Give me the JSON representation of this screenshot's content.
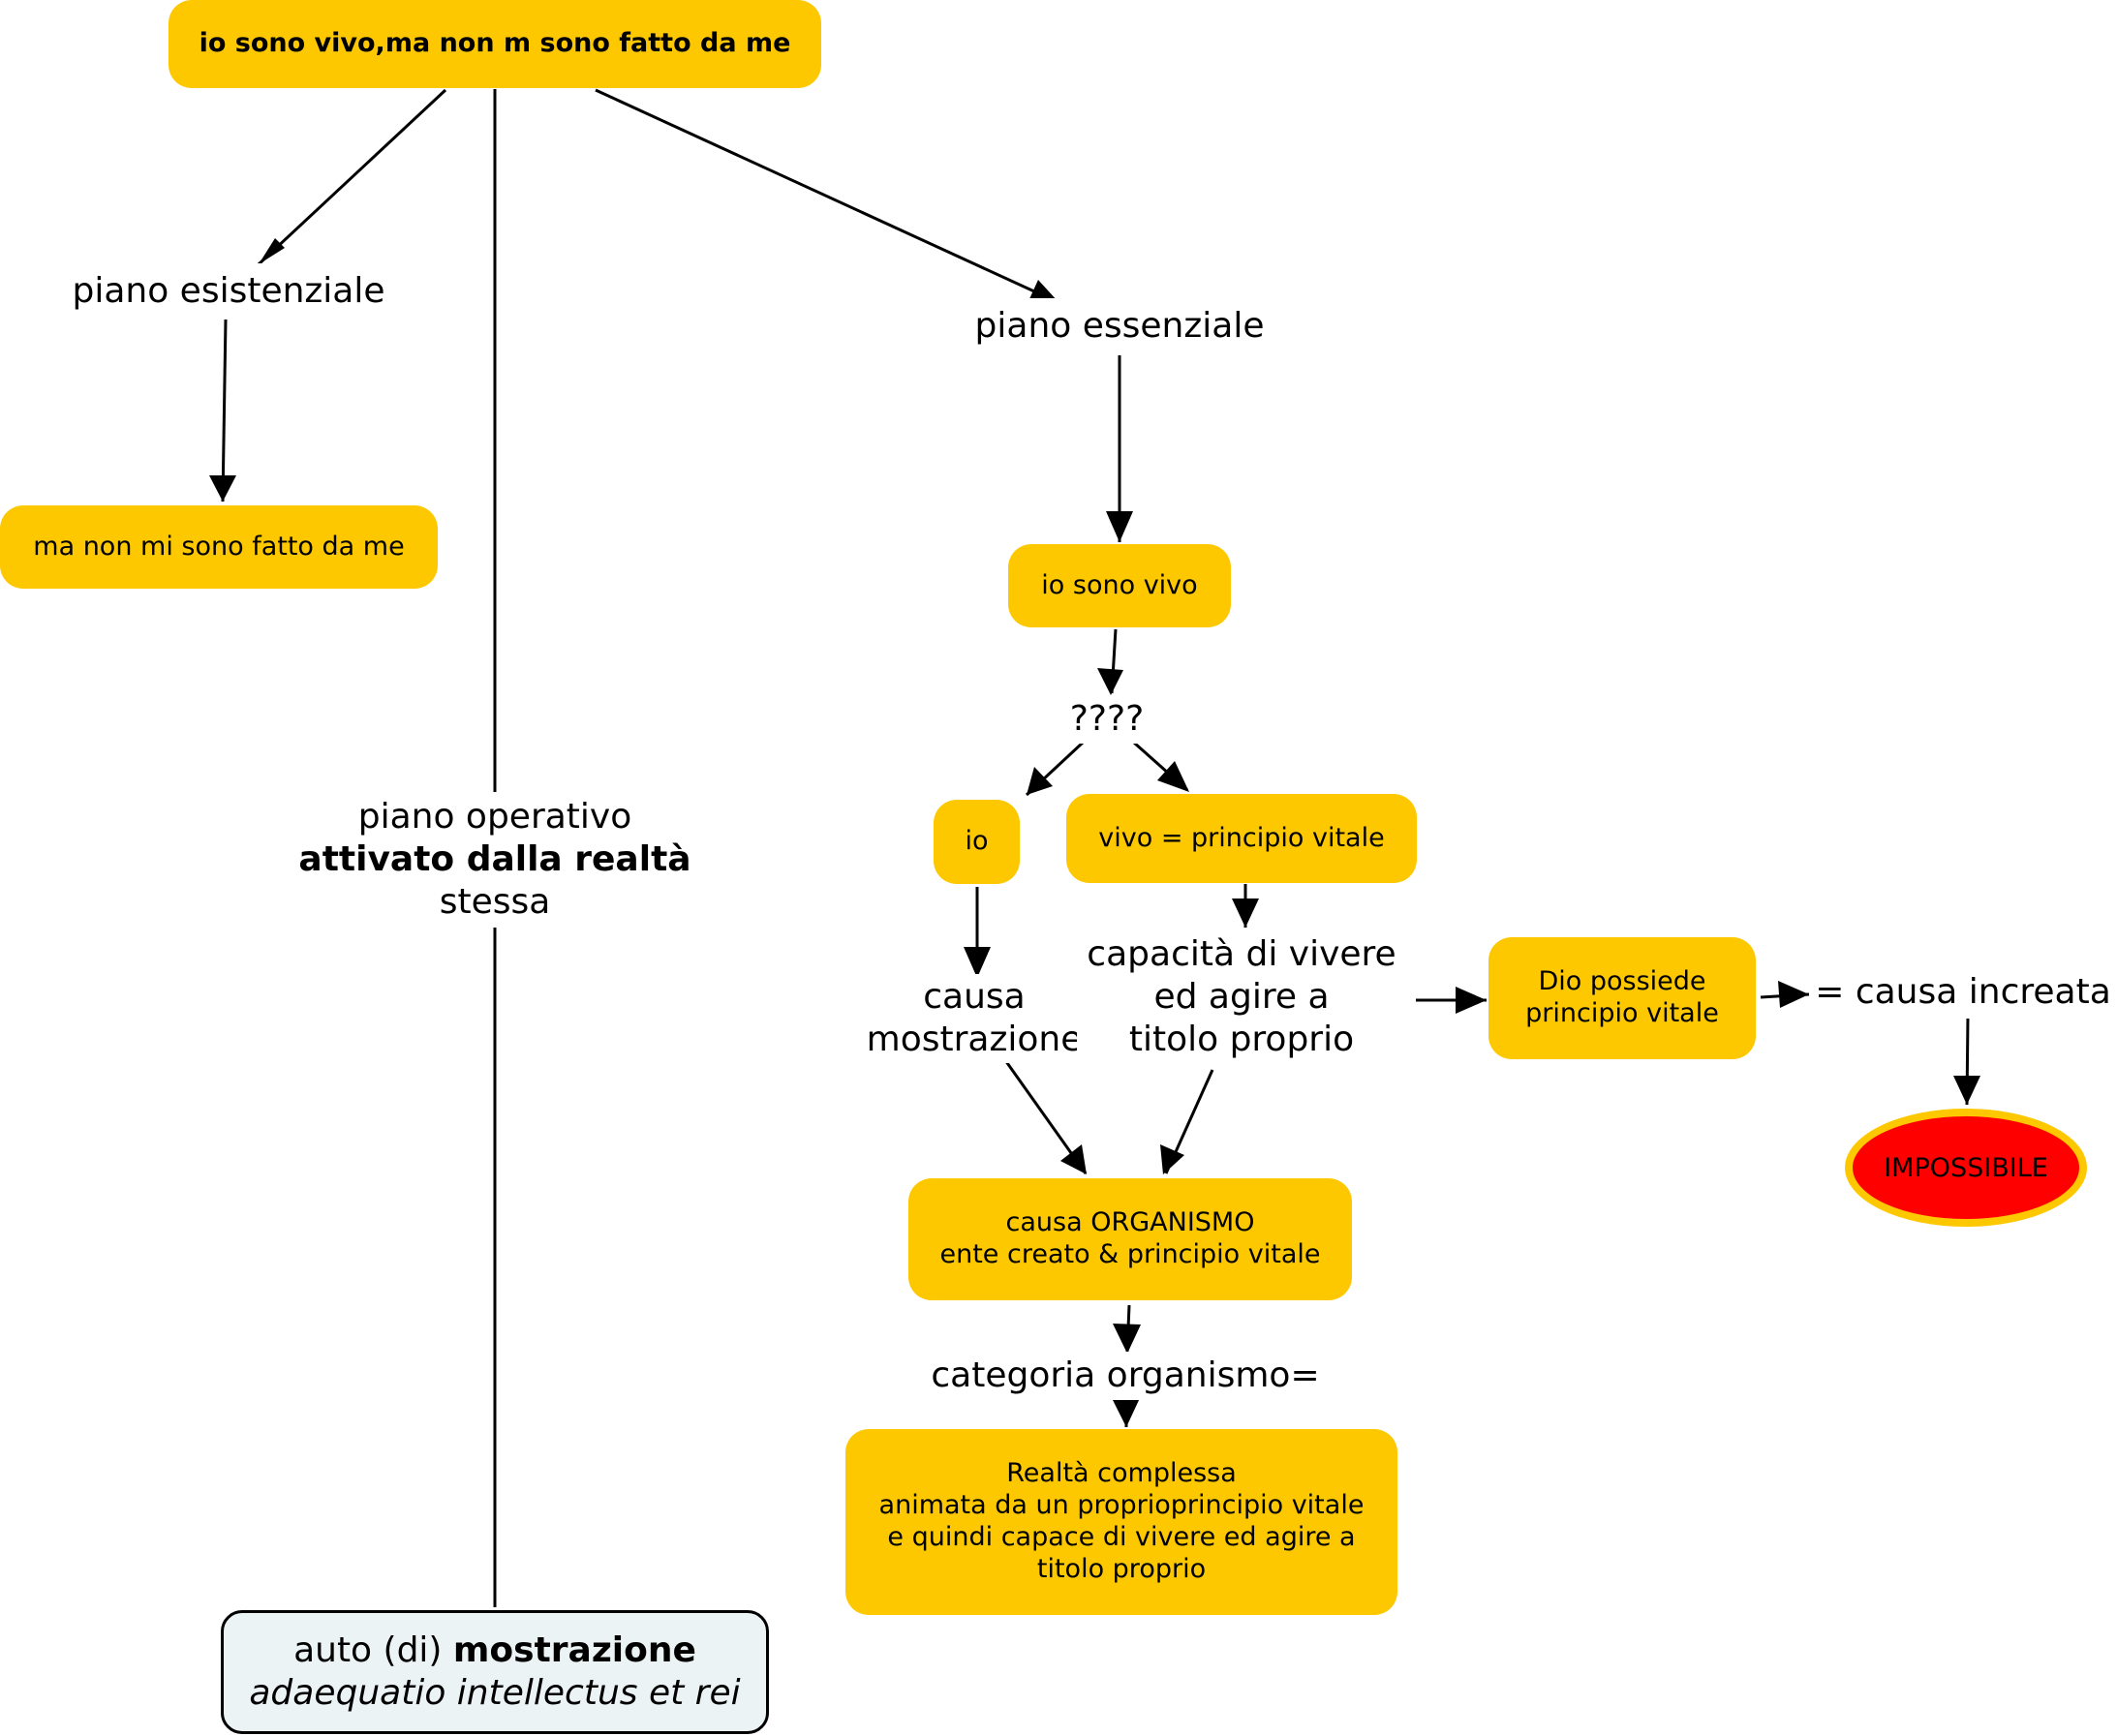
{
  "colors": {
    "node_fill": "#FDC800",
    "oval_fill": "#FF0000",
    "oval_border": "#FDC800",
    "final_fill": "#ECF3F5",
    "line": "#000000"
  },
  "nodes": {
    "root": "io sono vivo,ma non m sono fatto da me",
    "non_fatto": "ma non mi sono fatto da me",
    "io_sono_vivo": "io sono vivo",
    "io": "io",
    "vivo": "vivo = principio vitale",
    "dio": [
      "Dio possiede",
      "principio vitale"
    ],
    "impossibile": "IMPOSSIBILE",
    "organismo": [
      "causa ORGANISMO",
      "ente creato & principio vitale"
    ],
    "realta": [
      "Realtà complessa",
      "animata da un proprioprincipio vitale",
      "e quindi capace di vivere ed agire a",
      "titolo proprio"
    ],
    "final": {
      "line1_a": "auto (di) ",
      "line1_b": "mostrazione",
      "line2": "adaequatio intellectus et rei"
    }
  },
  "labels": {
    "piano_esistenziale": "piano esistenziale",
    "piano_essenziale": "piano essenziale",
    "piano_operativo": [
      "piano operativo",
      "attivato dalla realtà",
      "stessa"
    ],
    "question": "????",
    "causa_mostrazione": [
      "causa",
      "mostrazione"
    ],
    "capacita": [
      "capacità di vivere",
      "ed agire a",
      "titolo proprio"
    ],
    "causa_increata": "= causa increata",
    "categoria": "categoria organismo="
  }
}
